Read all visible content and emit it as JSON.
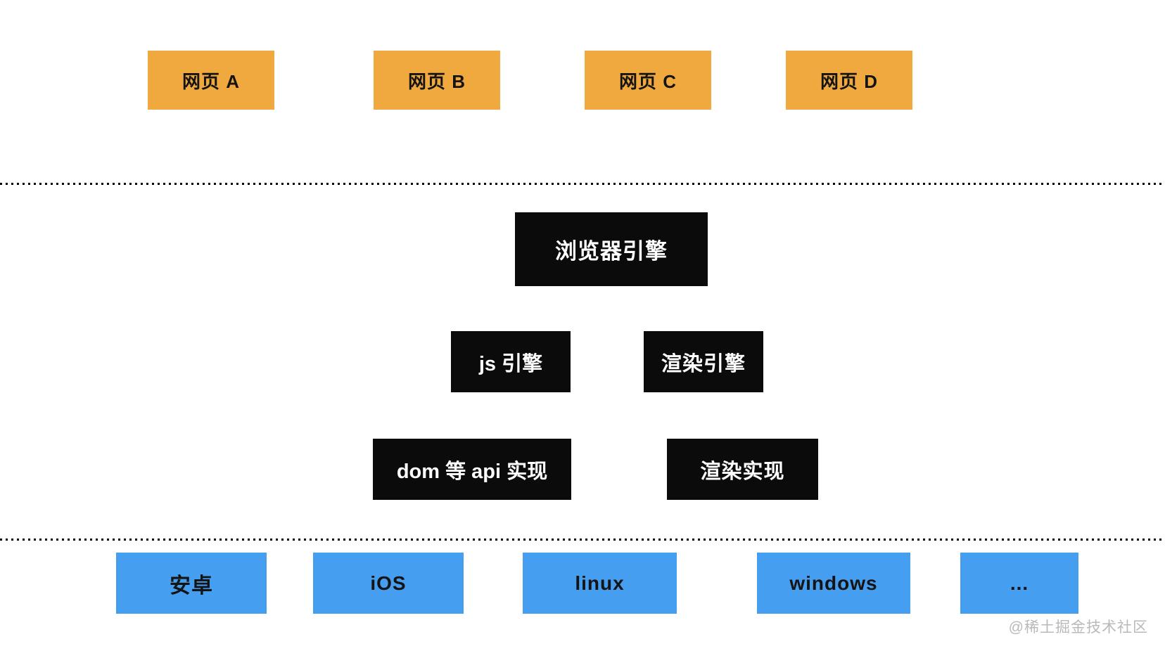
{
  "colors": {
    "page_bg": "#ffffff",
    "web_box_bg": "#f0a93e",
    "engine_box_bg": "#0b0b0b",
    "engine_box_text": "#ffffff",
    "platform_box_bg": "#469ef0",
    "box_text": "#141414",
    "separator": "#000000",
    "watermark": "#b9b9b9"
  },
  "diagram": {
    "web_pages": [
      {
        "label": "网页 A"
      },
      {
        "label": "网页 B"
      },
      {
        "label": "网页 C"
      },
      {
        "label": "网页 D"
      }
    ],
    "browser_engine": {
      "label": "浏览器引擎"
    },
    "engines": [
      {
        "label": "js 引擎"
      },
      {
        "label": "渲染引擎"
      }
    ],
    "implementations": [
      {
        "label": "dom 等 api 实现"
      },
      {
        "label": "渲染实现"
      }
    ],
    "platforms": [
      {
        "label": "安卓"
      },
      {
        "label": "iOS"
      },
      {
        "label": "linux"
      },
      {
        "label": "windows"
      },
      {
        "label": "..."
      }
    ],
    "watermark": "@稀土掘金技术社区"
  }
}
